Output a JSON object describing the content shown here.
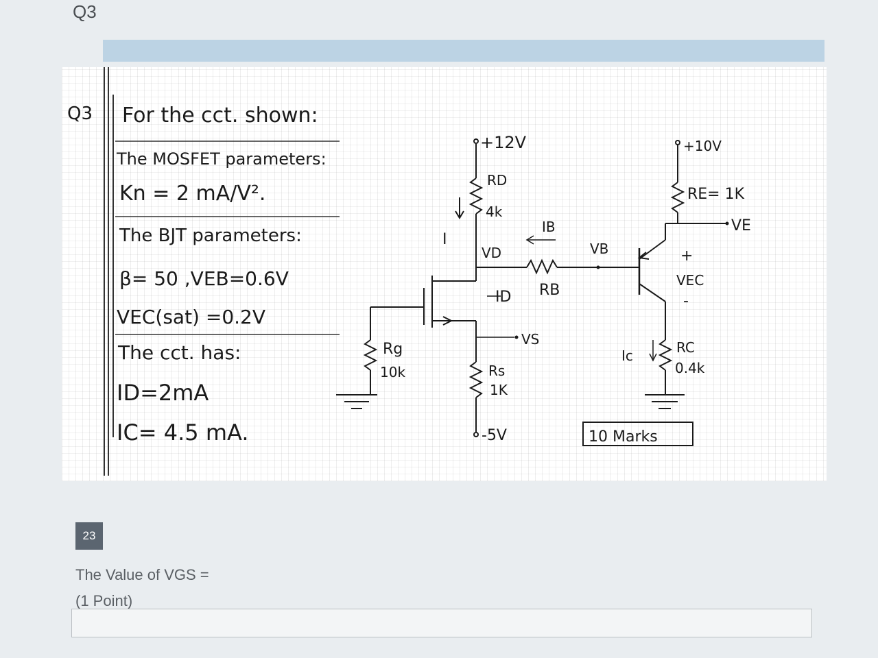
{
  "section": {
    "title": "Q3"
  },
  "question": {
    "number": "23",
    "prompt": "The Value of VGS =",
    "points": "(1 Point)",
    "answer_value": "",
    "answer_placeholder": ""
  },
  "image_text": {
    "label": "Q3",
    "intro": "For the cct. shown:",
    "mosfet_heading": "The MOSFET parameters:",
    "kn": "Kn = 2 mA/V².",
    "bjt_heading": "The BJT parameters:",
    "beta_veb": "β= 50 ,VEB=0.6V",
    "vec_sat": "VEC(sat) =0.2V",
    "has": "The cct. has:",
    "id_val": "ID=2mA",
    "ic_val": "IC= 4.5 mA.",
    "supply_12": "+12V",
    "rd": "RD",
    "rd_val": "4k",
    "i_label": "I",
    "vd": "VD",
    "ib": "IB",
    "vb": "VB",
    "id_label": "ID",
    "rb": "RB",
    "rg": "Rg",
    "rg_val": "10k",
    "vs": "VS",
    "rs": "Rs",
    "rs_val": "1K",
    "supply_m5": "-5V",
    "supply_10": "+10V",
    "re": "RE= 1K",
    "ve": "VE",
    "plus": "+",
    "vec": "VEC",
    "minus": "-",
    "ic": "Ic",
    "rc": "RC",
    "rc_val": "0.4k",
    "marks": "10 Marks"
  },
  "colors": {
    "banner": "#bcd3e4",
    "badge": "#5b6570",
    "ink": "#1a1a1a"
  }
}
